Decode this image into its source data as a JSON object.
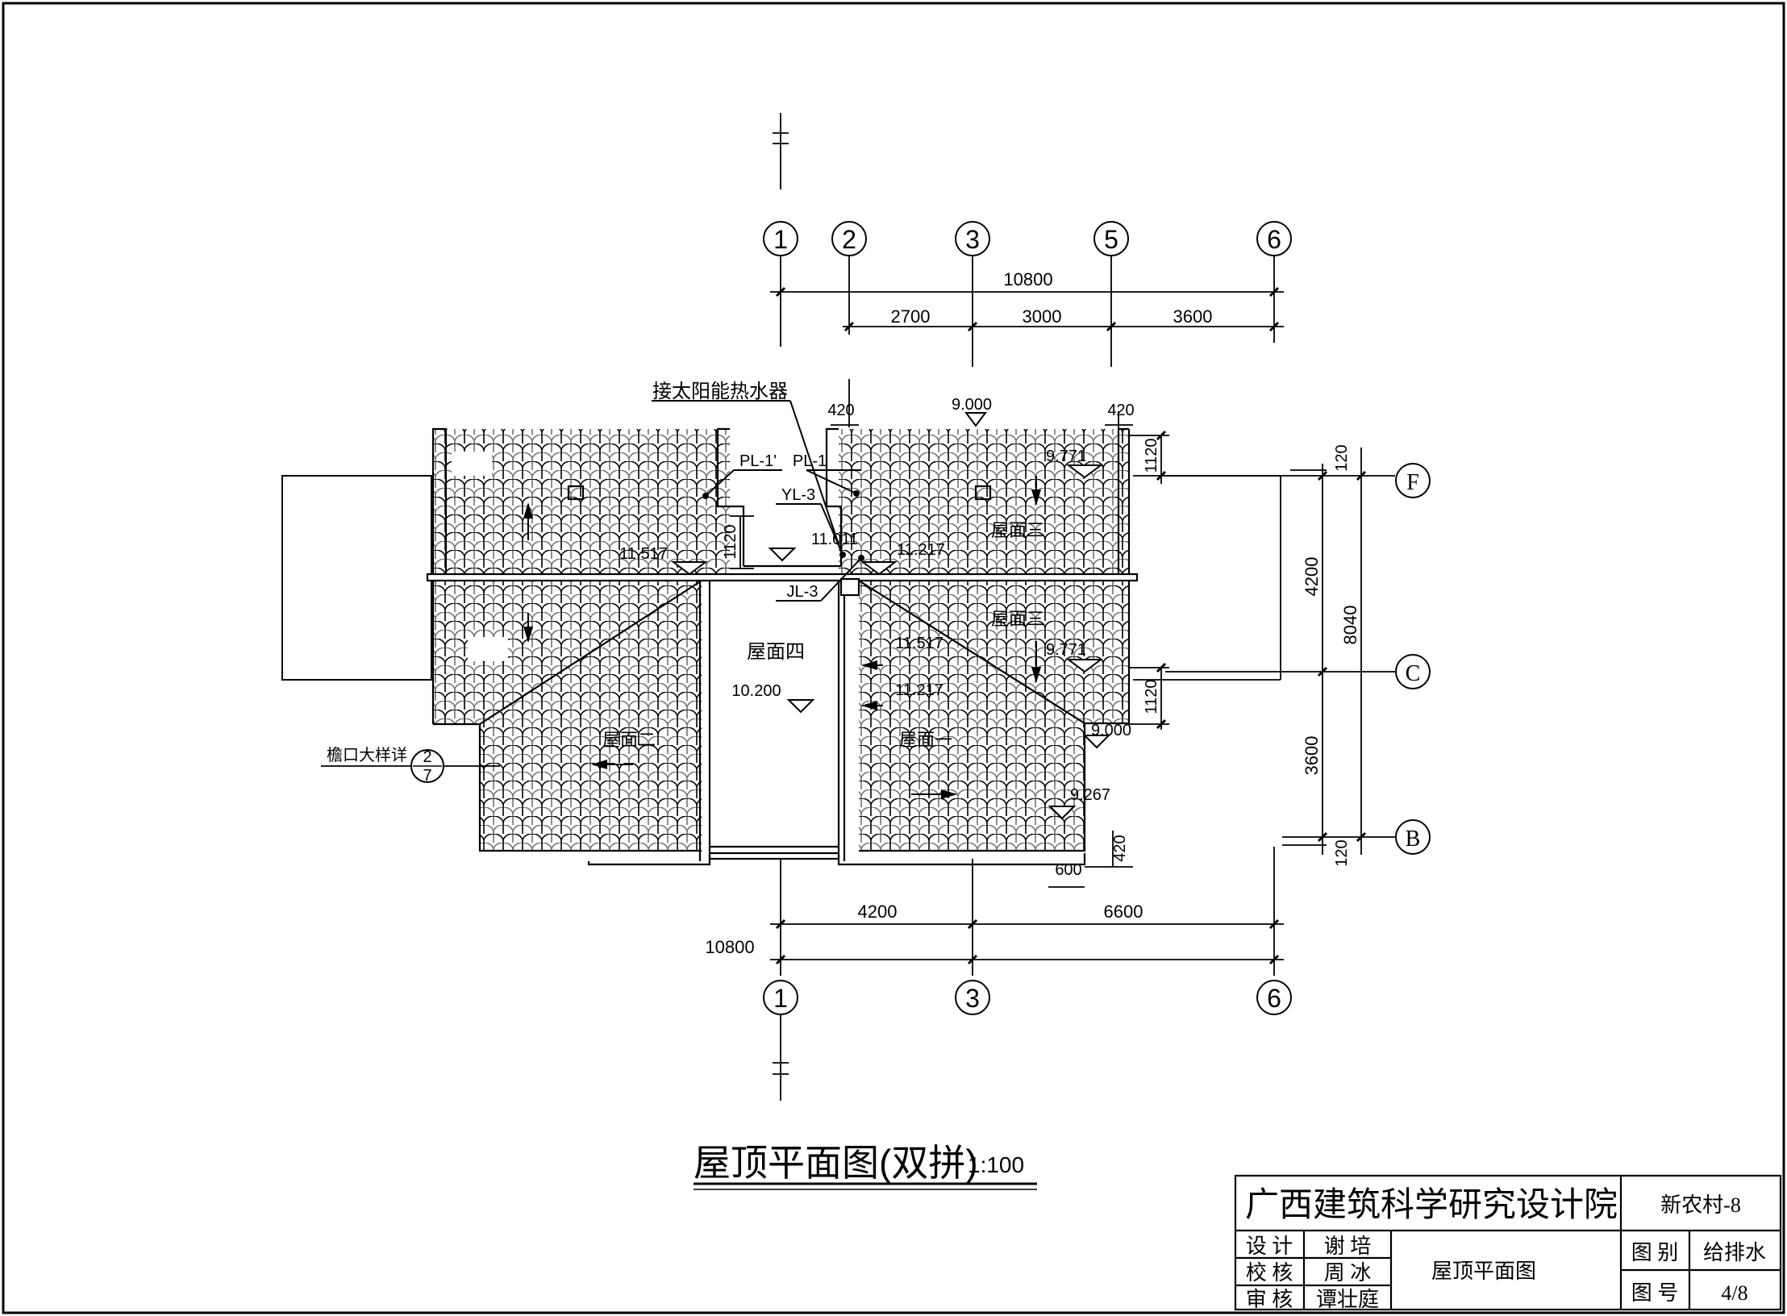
{
  "drawing_title": "屋顶平面图(双拼)",
  "scale": "1:100",
  "top_axes": [
    "1",
    "2",
    "3",
    "5",
    "6"
  ],
  "bottom_axes": [
    "1",
    "3",
    "6"
  ],
  "right_axes": [
    "F",
    "C",
    "B"
  ],
  "dims": {
    "top_total": "10800",
    "top_2_3": "2700",
    "top_3_5": "3000",
    "top_5_6": "3600",
    "bottom_1_3": "4200",
    "bottom_3_6": "6600",
    "bottom_total": "10800",
    "right_F_C": "4200",
    "right_C_B": "3600",
    "right_total": "8040",
    "right_120_top": "120",
    "right_120_bottom": "120",
    "right_1120_top": "1120",
    "right_1120_mid": "1120",
    "top_420_left": "420",
    "top_420_right": "420",
    "mid_1120": "1120",
    "bottom_420": "420",
    "bottom_600": "600"
  },
  "elevations": {
    "ridge_top": "9.000",
    "left_top": "11.517",
    "center": "11.011",
    "center_right": "11.217",
    "right_top": "9.771",
    "right_mid": "9.771",
    "roof4": "10.200",
    "inner_1": "11.517",
    "inner_2": "11.217",
    "right_low": "9.000",
    "right_bottom": "9.267"
  },
  "labels": {
    "solar": "接太阳能热水器",
    "pl1p": "PL-1'",
    "pl1": "PL-1",
    "yl3": "YL-3",
    "jl3": "JL-3",
    "roof1": "屋面一",
    "roof2": "屋面二",
    "roof3": "屋面三",
    "roof3b": "屋面三",
    "roof4": "屋面四",
    "eave": "檐口大样详",
    "detail_num": "2",
    "detail_sheet": "7"
  },
  "title_block": {
    "institute": "广西建筑科学研究设计院",
    "project": "新农村-8",
    "design_label": "设  计",
    "design_name": "谢  培",
    "check_label": "校  核",
    "check_name": "周  冰",
    "review_label": "审  核",
    "review_name": "谭壮庭",
    "drawing_name": "屋顶平面图",
    "category_label": "图  别",
    "category_value": "给排水",
    "number_label": "图  号",
    "number_value": "4/8"
  }
}
